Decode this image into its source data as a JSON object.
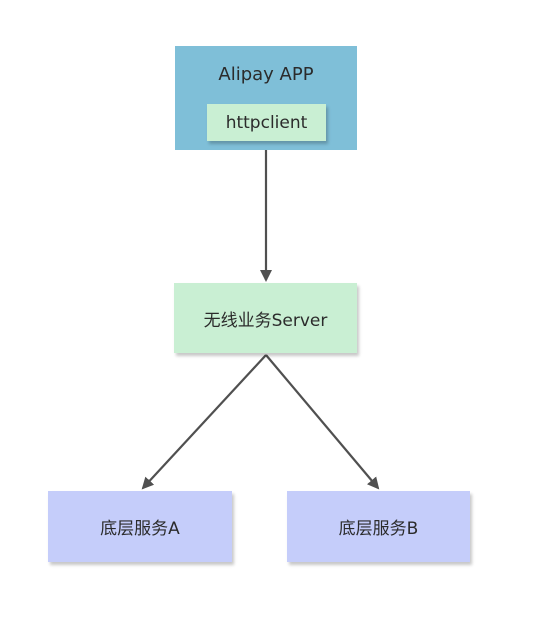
{
  "nodes": {
    "app": {
      "label": "Alipay APP",
      "color": "#7fbfd8"
    },
    "httpclient": {
      "label": "httpclient",
      "color": "#c9efd3"
    },
    "server": {
      "label": "无线业务Server",
      "color": "#c9efd3"
    },
    "service_a": {
      "label": "底层服务A",
      "color": "#c5cdfa"
    },
    "service_b": {
      "label": "底层服务B",
      "color": "#c5cdfa"
    }
  },
  "edge_color": "#505050"
}
